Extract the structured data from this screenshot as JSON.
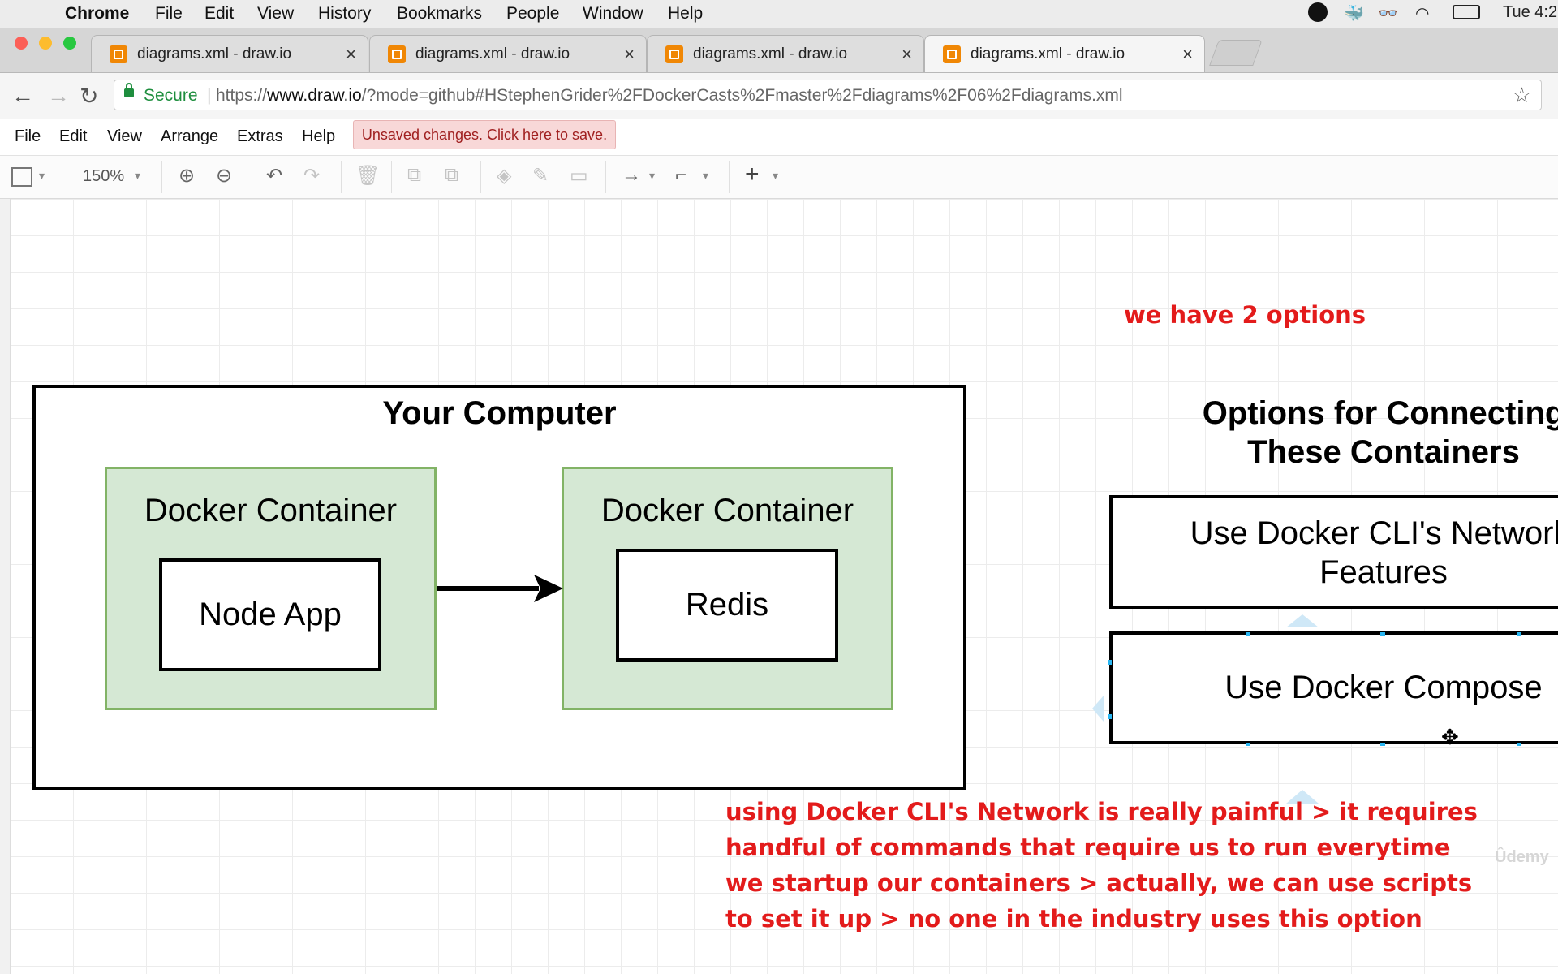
{
  "menubar": {
    "app": "Chrome",
    "items": [
      "File",
      "Edit",
      "View",
      "History",
      "Bookmarks",
      "People",
      "Window",
      "Help"
    ],
    "clock": "Tue 4:2"
  },
  "tabs": [
    {
      "title": "diagrams.xml - draw.io",
      "active": false
    },
    {
      "title": "diagrams.xml - draw.io",
      "active": false
    },
    {
      "title": "diagrams.xml - draw.io",
      "active": false
    },
    {
      "title": "diagrams.xml - draw.io",
      "active": true
    }
  ],
  "address": {
    "secure_label": "Secure",
    "url_scheme": "https://",
    "url_host": "www.draw.io",
    "url_path": "/?mode=github#HStephenGrider%2FDockerCasts%2Fmaster%2Fdiagrams%2F06%2Fdiagrams.xml"
  },
  "app_menu": {
    "items": [
      "File",
      "Edit",
      "View",
      "Arrange",
      "Extras",
      "Help"
    ],
    "unsaved_notice": "Unsaved changes. Click here to save."
  },
  "toolbar": {
    "zoom": "150%"
  },
  "diagram": {
    "outer_title": "Your Computer",
    "container_left": {
      "title": "Docker Container",
      "inner": "Node App"
    },
    "container_right": {
      "title": "Docker Container",
      "inner": "Redis"
    },
    "options_title_line1": "Options for Connecting",
    "options_title_line2": "These Containers",
    "option1_line1": "Use Docker CLI's Networki",
    "option1_line2": "Features",
    "option2": "Use Docker Compose"
  },
  "notes": {
    "top": "we have 2 options",
    "bottom_line1": "using Docker CLI's Network is really painful > it requires",
    "bottom_line2": "handful of commands that require us to run everytime",
    "bottom_line3": "we startup our containers > actually, we can use scripts",
    "bottom_line4": "to set it up > no one in the industry uses this option"
  },
  "watermark": "Ûdemy",
  "colors": {
    "container_fill": "#d5e8d4",
    "container_border": "#82b366",
    "note_red": "#e31b1b",
    "handle_blue": "#29b6f2"
  }
}
